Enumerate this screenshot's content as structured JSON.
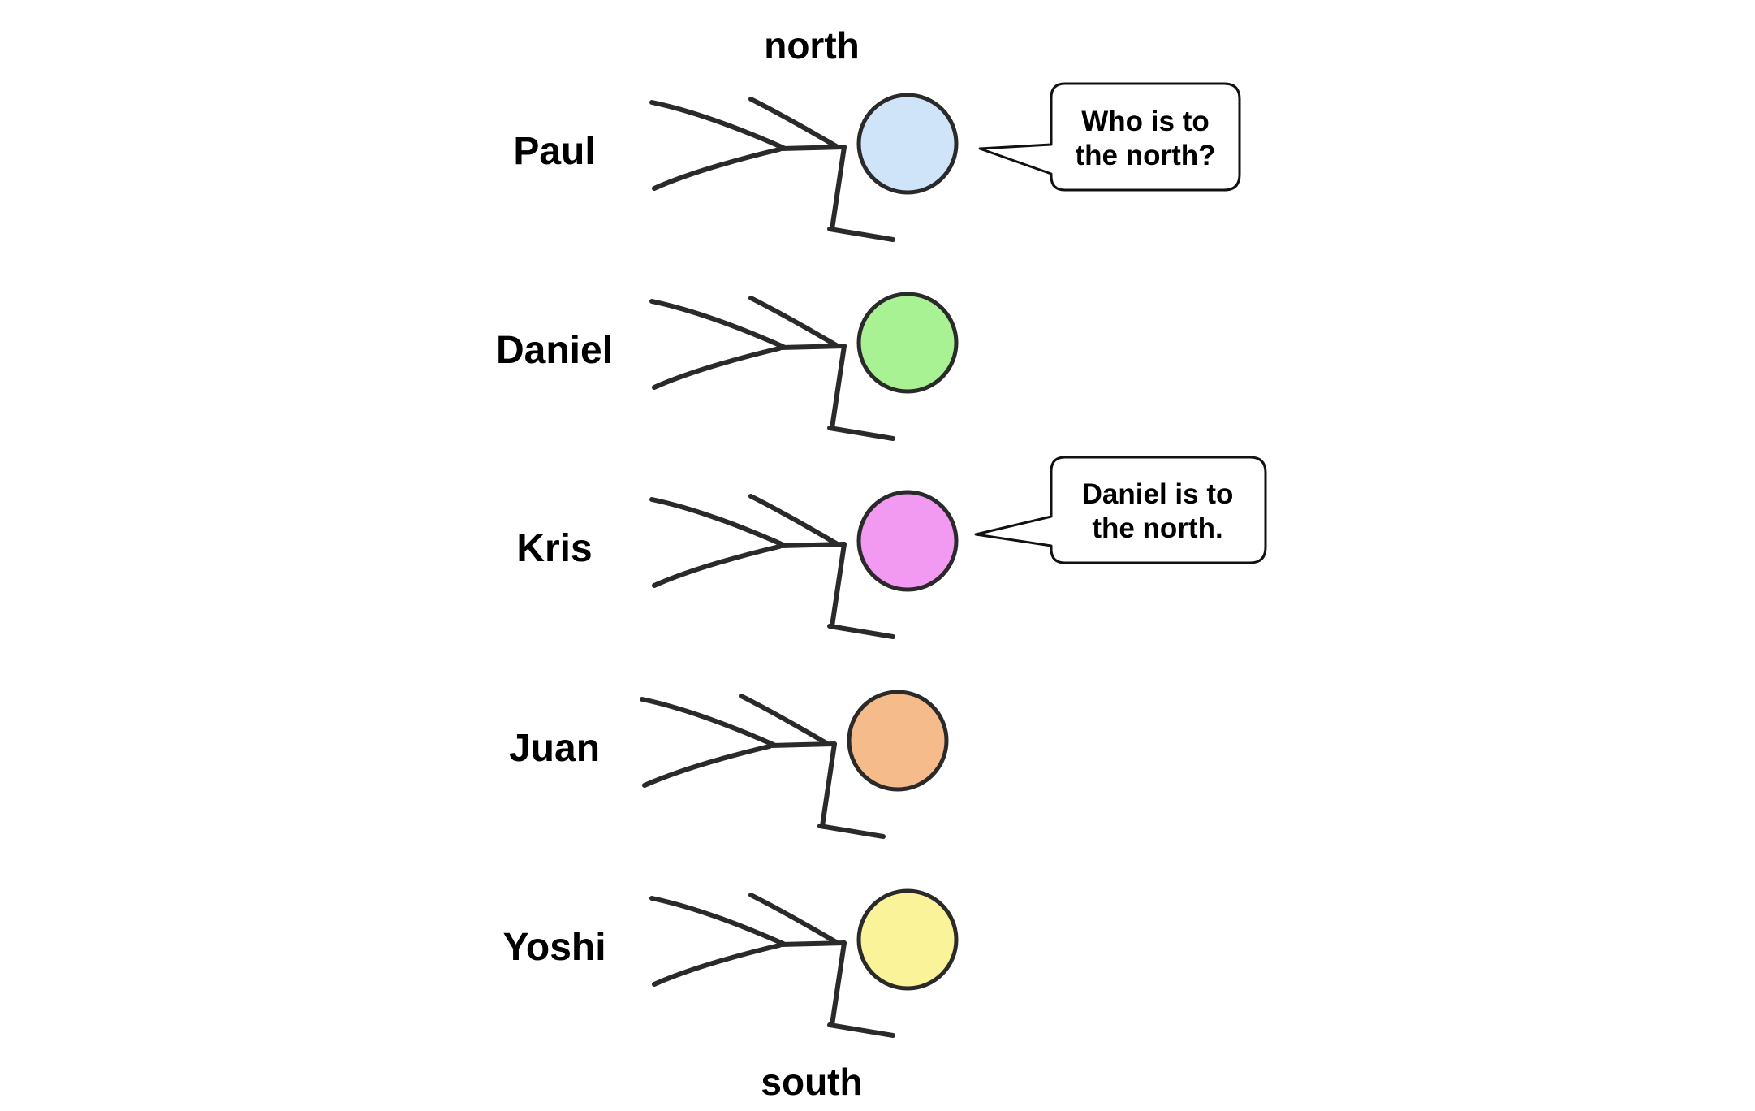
{
  "directions": {
    "top": "north",
    "bottom": "south"
  },
  "people": [
    {
      "name": "Paul",
      "head_color": "#cfe3f9",
      "head_icon": "stick-figure-head"
    },
    {
      "name": "Daniel",
      "head_color": "#a8f294",
      "head_icon": "stick-figure-head"
    },
    {
      "name": "Kris",
      "head_color": "#f29af2",
      "head_icon": "stick-figure-head"
    },
    {
      "name": "Juan",
      "head_color": "#f5bb8a",
      "head_icon": "stick-figure-head"
    },
    {
      "name": "Yoshi",
      "head_color": "#fbf39a",
      "head_icon": "stick-figure-head"
    }
  ],
  "speech_bubbles": [
    {
      "speaker": "Paul",
      "lines": [
        "Who is to",
        "the north?"
      ]
    },
    {
      "speaker": "Kris",
      "lines": [
        "Daniel is to",
        "the north."
      ]
    }
  ]
}
